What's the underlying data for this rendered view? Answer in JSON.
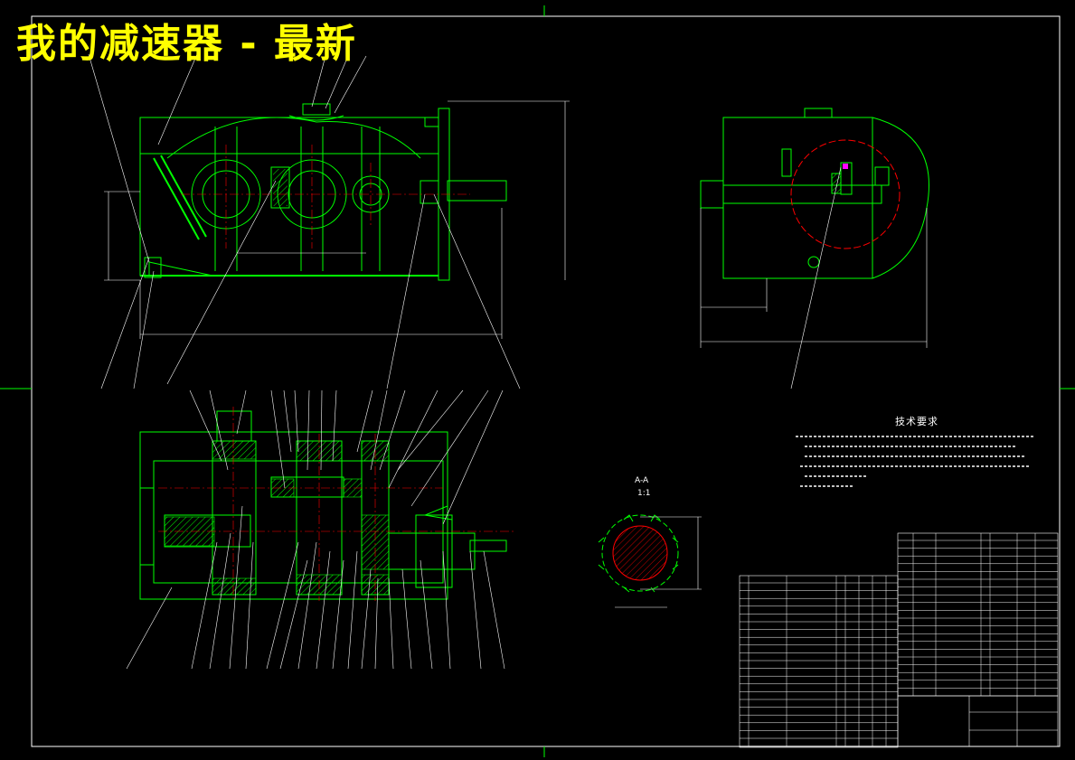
{
  "drawing_title": "我的减速器 - 最新",
  "technical_requirements_heading": "技术要求",
  "section_label": "A-A",
  "section_scale": "1:1",
  "colors": {
    "background": "#000000",
    "outline": "#00ff00",
    "centerline": "#ff0000",
    "leader": "#ffffff",
    "title": "#ffff00",
    "frame": "#ffffff",
    "hatch": "#00ff00",
    "highlight": "#ff00ff"
  }
}
